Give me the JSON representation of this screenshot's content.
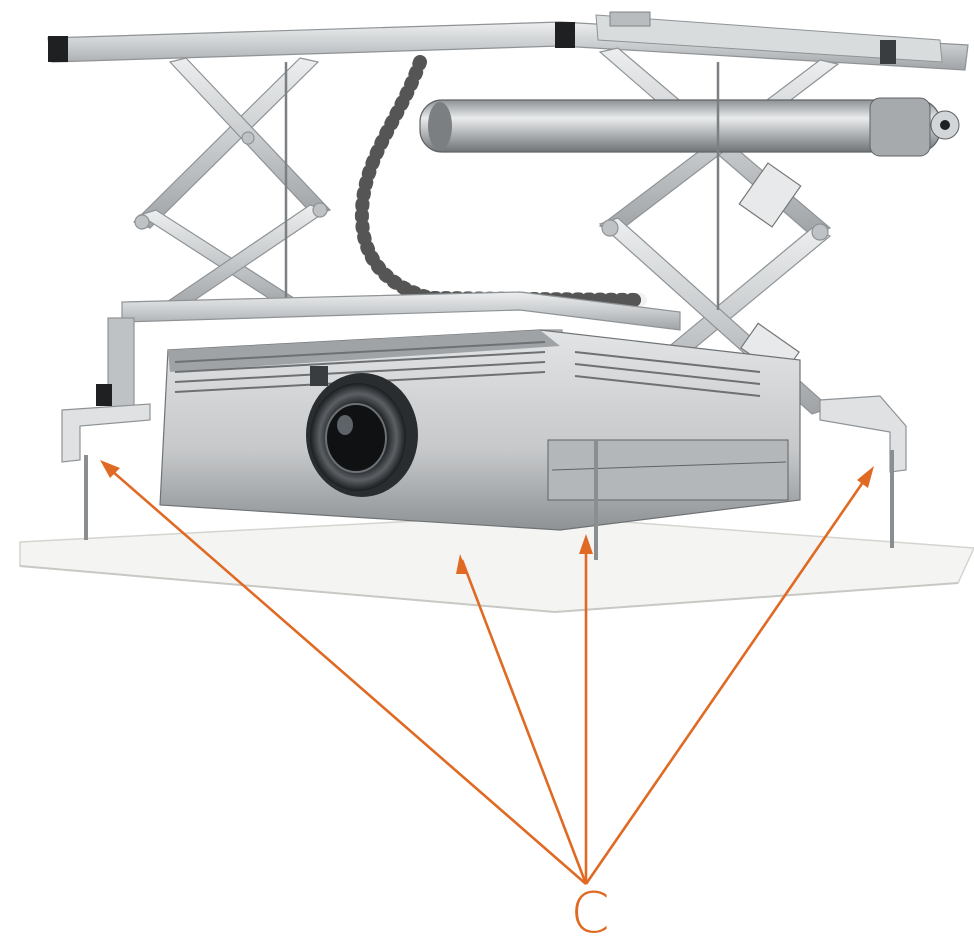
{
  "callout": {
    "label": "C",
    "color": "#e06a24"
  },
  "illustration": {
    "subject": "motorized-scissor-lift-projector-mount",
    "lift_frame_color": "#cfd2d4",
    "projector_color": "#c7c9cb",
    "ceiling_panel_color": "#f4f4f2",
    "arrow_count": 4
  }
}
